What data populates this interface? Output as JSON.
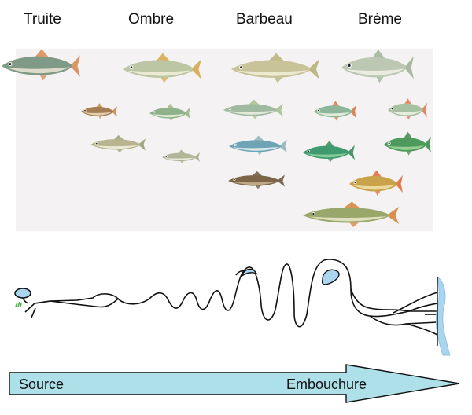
{
  "zones": [
    "Truite",
    "Ombre",
    "Barbeau",
    "Brème"
  ],
  "river": {
    "source_label": "Source",
    "mouth_label": "Embouchure"
  },
  "fish": [
    {
      "zone": "Truite",
      "icon": "trout-fish-icon",
      "body": "#7f9a86",
      "belly": "#e6e2cf",
      "fin": "#d98a52"
    },
    {
      "zone": "Truite",
      "icon": "sculpin-fish-icon",
      "body": "#a67c52",
      "belly": "#e7d7b6",
      "fin": "#c98a48"
    },
    {
      "zone": "Truite",
      "icon": "stone-loach-fish-icon",
      "body": "#b8b48f",
      "belly": "#efeedd",
      "fin": "#9aa078"
    },
    {
      "zone": "Ombre",
      "icon": "grayling-fish-icon",
      "body": "#bcc6a4",
      "belly": "#efeed8",
      "fin": "#d7a84c"
    },
    {
      "zone": "Ombre",
      "icon": "minnow-fish-icon",
      "body": "#8fb28c",
      "belly": "#eaf0dd",
      "fin": "#9fb585"
    },
    {
      "zone": "Ombre",
      "icon": "gudgeon-fish-icon",
      "body": "#b3b79a",
      "belly": "#eeeee0",
      "fin": "#a8aa88"
    },
    {
      "zone": "Barbeau",
      "icon": "barbel-fish-icon",
      "body": "#c9c39a",
      "belly": "#f1eed8",
      "fin": "#b7b27a"
    },
    {
      "zone": "Barbeau",
      "icon": "chub-fish-icon",
      "body": "#9fbaa0",
      "belly": "#eaf0e0",
      "fin": "#a9c08f"
    },
    {
      "zone": "Barbeau",
      "icon": "bleak-fish-icon",
      "body": "#6fa4b4",
      "belly": "#e3eef0",
      "fin": "#8fb3b8"
    },
    {
      "zone": "Barbeau",
      "icon": "burbot-fish-icon",
      "body": "#7d6548",
      "belly": "#c7b18d",
      "fin": "#6e5842"
    },
    {
      "zone": "Brème",
      "icon": "bream-fish-icon",
      "body": "#bcc8b4",
      "belly": "#eef0e4",
      "fin": "#9fb39a"
    },
    {
      "zone": "Brème",
      "icon": "roach-fish-icon",
      "body": "#8db59a",
      "belly": "#e8efe0",
      "fin": "#d9774a"
    },
    {
      "zone": "Brème",
      "icon": "rudd-fish-icon",
      "body": "#a7c2a0",
      "belly": "#eef2e2",
      "fin": "#e07a55"
    },
    {
      "zone": "Brème",
      "icon": "tench-fish-icon",
      "body": "#3f9a6f",
      "belly": "#8fcf9f",
      "fin": "#3a8a5d"
    },
    {
      "zone": "Brème",
      "icon": "tench-fish-icon",
      "body": "#4e9a5c",
      "belly": "#9ed39a",
      "fin": "#3f8a4d"
    },
    {
      "zone": "Brème",
      "icon": "perch-fish-icon",
      "body": "#c9a24a",
      "belly": "#efe0a6",
      "fin": "#e06a3a"
    },
    {
      "zone": "Brème",
      "icon": "pike-fish-icon",
      "body": "#9aa76a",
      "belly": "#e8e6c6",
      "fin": "#d6843c"
    }
  ],
  "colors": {
    "panel": "#f4f2f2",
    "arrow_fill": "#aee0ea",
    "water": "#a9d6ee",
    "river_line": "#111111",
    "vegetation": "#45b545"
  }
}
